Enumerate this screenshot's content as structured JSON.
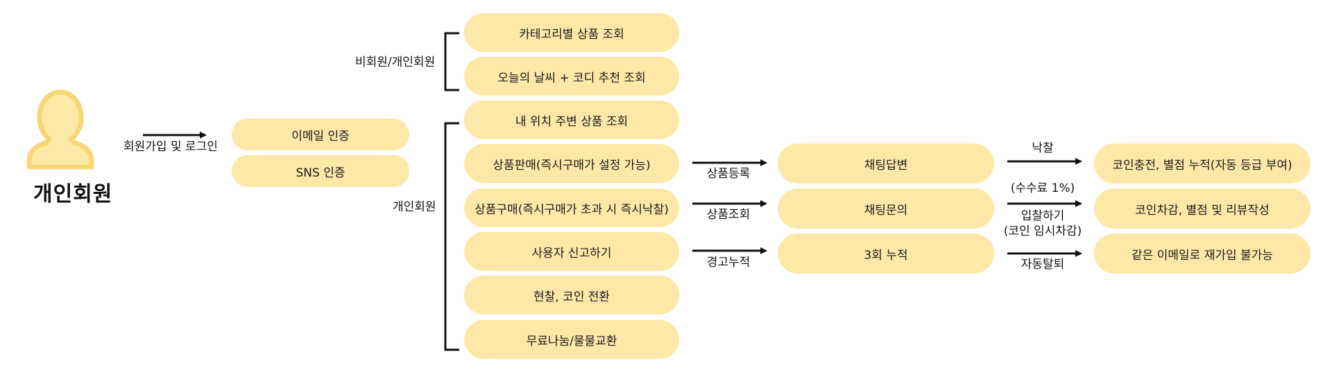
{
  "user": {
    "label": "개인회원",
    "icon": "person-icon",
    "icon_color": "#fde8a8"
  },
  "signup": {
    "label": "회원가입 및 로그인"
  },
  "auth": {
    "items": [
      "이메일 인증",
      "SNS 인증"
    ]
  },
  "groups": {
    "guest_label": "비회원/개인회원",
    "member_label": "개인회원"
  },
  "features": {
    "guest": [
      "카테고리별 상품 조회",
      "오늘의 날씨 + 코디 추천 조회"
    ],
    "member": [
      "내 위치 주변 상품 조회",
      "상품판매(즉시구매가 설정 가능)",
      "상품구매(즉시구매가 초과 시 즉시낙찰)",
      "사용자 신고하기",
      "현찰, 코인 전환",
      "무료나눔/물물교환"
    ]
  },
  "flow": {
    "arrow_labels": [
      "상품등록",
      "상품조회",
      "경고누적"
    ],
    "steps": [
      "채팅답변",
      "채팅문의",
      "3회 누적"
    ],
    "outcome_labels": [
      {
        "line1": "낙찰",
        "line2": "(수수료 1%)"
      },
      {
        "line1": "입찰하기",
        "line2": "(코인 임시차감)"
      },
      {
        "line1": "자동탈퇴",
        "line2": ""
      }
    ],
    "results": [
      "코인충전, 별점 누적(자동 등급 부여)",
      "코인차감, 별점 및 리뷰작성",
      "같은 이메일로 재가입 불가능"
    ]
  },
  "colors": {
    "pill": "#fde8a8",
    "icon_stroke": "#f7d774",
    "line": "#111111"
  }
}
